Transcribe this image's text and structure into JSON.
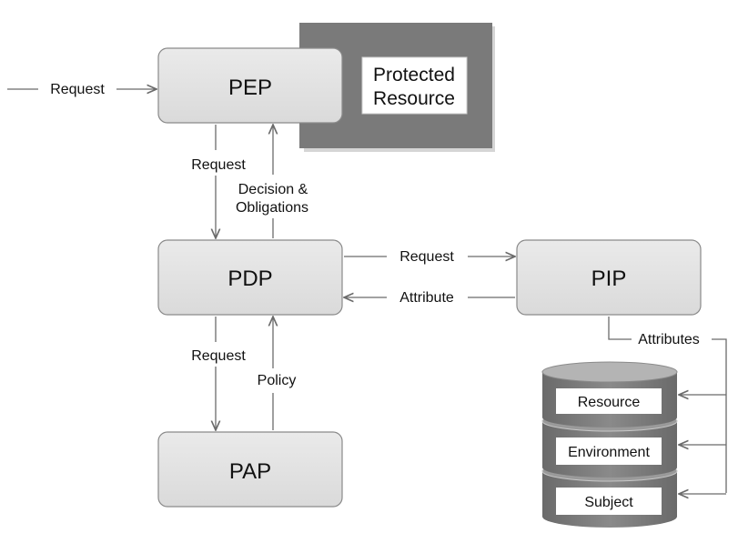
{
  "nodes": {
    "pep": "PEP",
    "pdp": "PDP",
    "pap": "PAP",
    "pip": "PIP",
    "protected_resource": [
      "Protected",
      "Resource"
    ]
  },
  "datastores": {
    "resource": "Resource",
    "environment": "Environment",
    "subject": "Subject"
  },
  "edges": {
    "external_request": "Request",
    "pep_to_pdp_request": "Request",
    "pdp_to_pep_decision": [
      "Decision &",
      "Obligations"
    ],
    "pdp_to_pip_request": "Request",
    "pip_to_pdp_attribute": "Attribute",
    "pdp_to_pap_request": "Request",
    "pap_to_pdp_policy": "Policy",
    "pip_attributes": "Attributes"
  },
  "colors": {
    "box_fill": "#e0e0e0",
    "box_stroke": "#8a8a8a",
    "resource_fill": "#7a7a7a",
    "line": "#6b6b6b"
  }
}
